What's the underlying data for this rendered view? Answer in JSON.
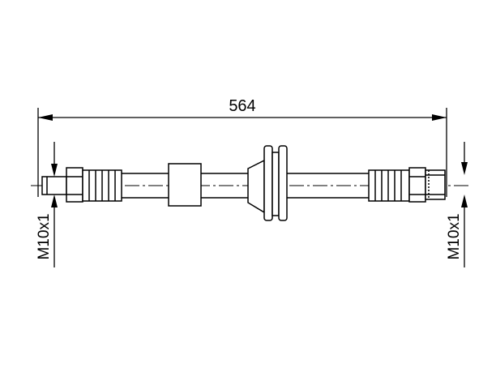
{
  "drawing": {
    "overall_length": "564",
    "left_thread": "M10x1",
    "right_thread": "M10x1"
  },
  "colors": {
    "line": "#000000",
    "background": "#ffffff"
  }
}
